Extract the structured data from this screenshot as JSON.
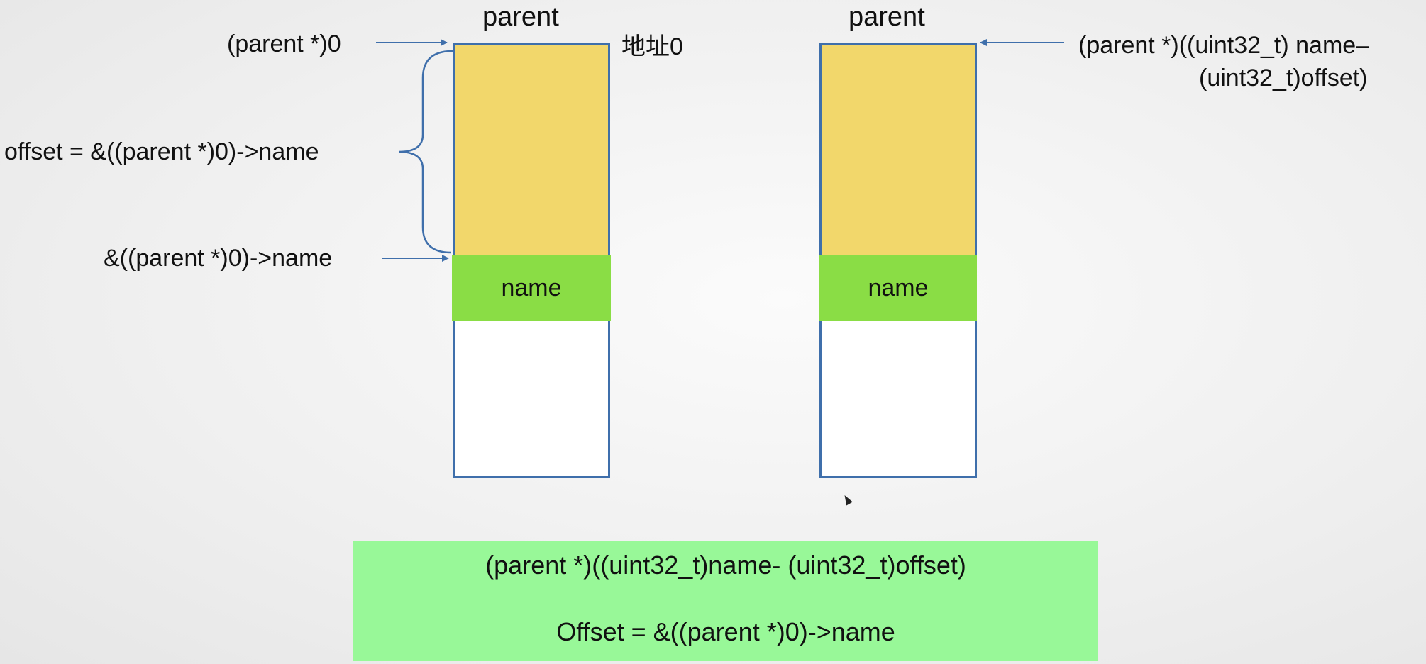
{
  "left_struct": {
    "title": "parent",
    "base_pointer_label": "(parent *)0",
    "address_label": "地址0",
    "offset_brace_label": "offset  = &((parent *)0)->name",
    "member_address_label": "&((parent *)0)->name",
    "member_name": "name"
  },
  "right_struct": {
    "title": "parent",
    "pointer_label_line1": "(parent *)((uint32_t) name–",
    "pointer_label_line2": "(uint32_t)offset)",
    "member_name": "name"
  },
  "formula_box": {
    "line1": "(parent *)((uint32_t)name- (uint32_t)offset)",
    "line2": "Offset = &((parent *)0)->name"
  },
  "colors": {
    "struct_border": "#3f6fab",
    "padding_fill": "#f2d76b",
    "member_fill": "#8add45",
    "formula_fill": "#98f898",
    "arrow": "#3f6fab"
  }
}
